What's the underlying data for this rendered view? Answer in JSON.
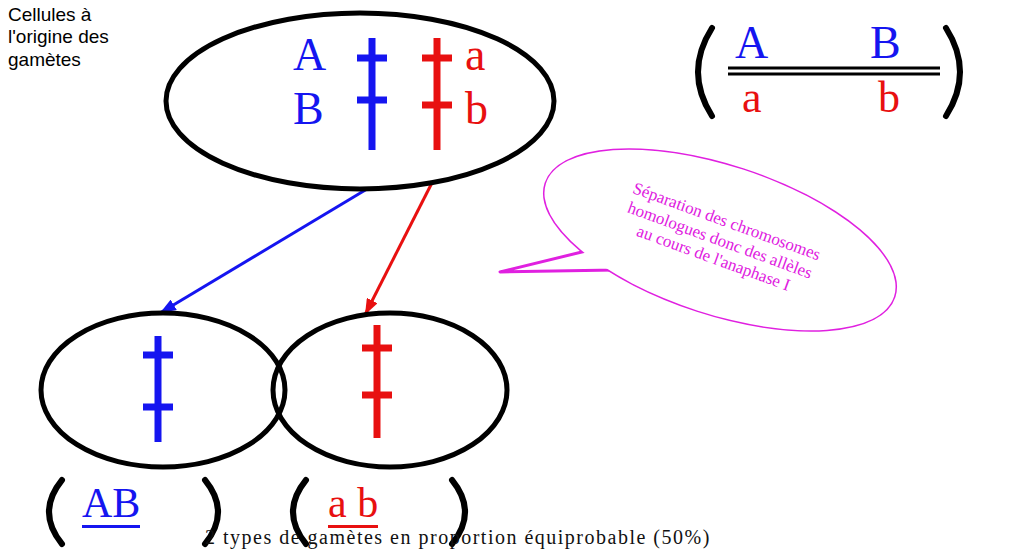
{
  "diagram": {
    "caption": "2 types de gamètes en proportion équiprobable (50%)",
    "nodes": [
      {
        "text": [
          "A",
          "B",
          "a",
          "b"
        ]
      },
      {
        "text": [
          "Séparation des chromosomes homologues donc des allèles au cours de l'anaphase I"
        ]
      },
      {
        "text": [
          "AB"
        ]
      },
      {
        "text": [
          "a b"
        ]
      }
    ],
    "edges": [
      {
        "from": 0,
        "to": 2,
        "arrow": "to"
      },
      {
        "from": 0,
        "to": 3,
        "arrow": "to"
      }
    ],
    "labels": [
      "Cellules à l'origine des gamètes",
      "A",
      "B",
      "a",
      "b"
    ]
  }
}
